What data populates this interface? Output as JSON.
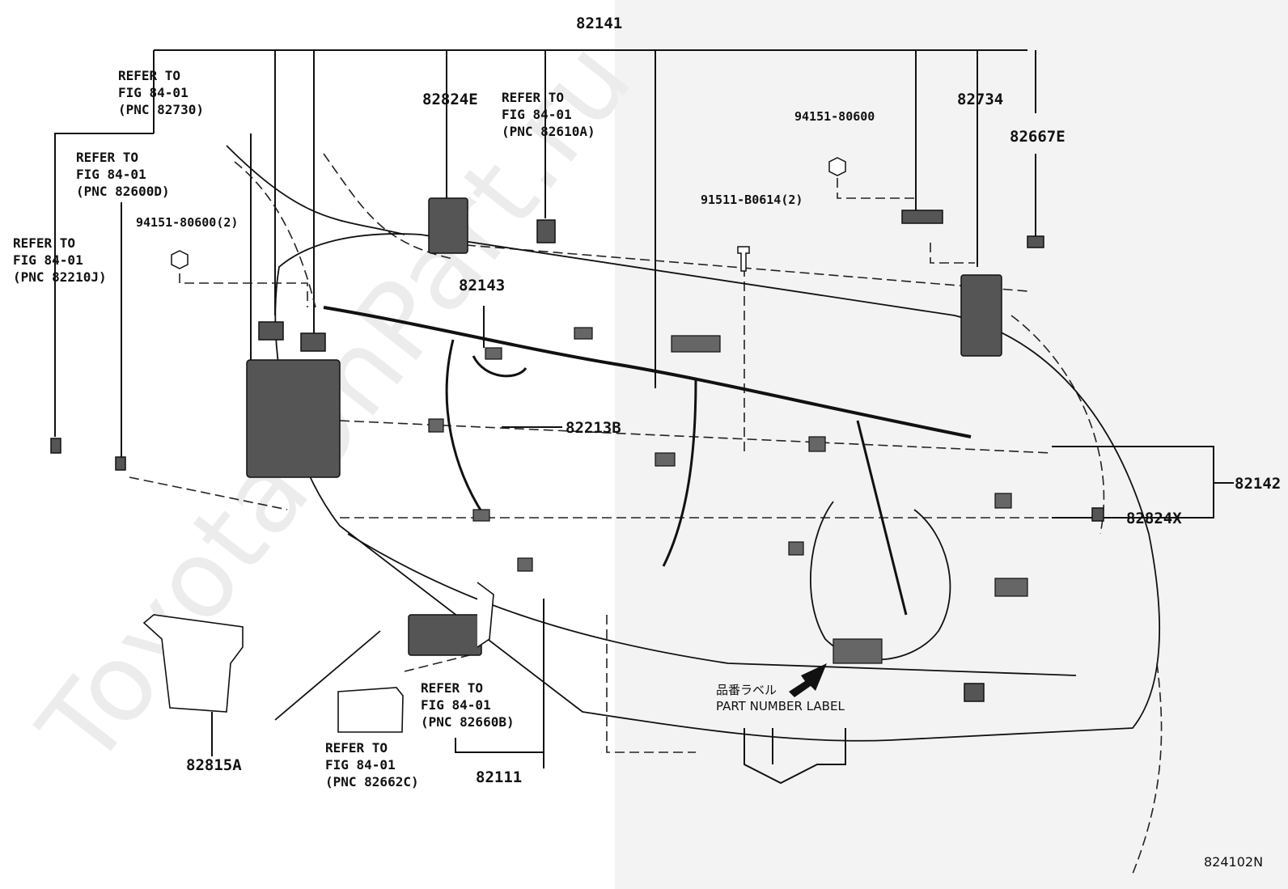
{
  "watermark": "ToyotaOnPart.ru",
  "diagram_id": "824102N",
  "callouts": {
    "p82141": "82141",
    "p82824E": "82824E",
    "p82734": "82734",
    "p82667E": "82667E",
    "p82143": "82143",
    "p82213B": "82213B",
    "p82142": "82142",
    "p82824X": "82824X",
    "p82815A": "82815A",
    "p82111": "82111"
  },
  "fasteners": {
    "bolt_top": "94151-80600",
    "bolt_left": "94151-80600(2)",
    "screw_center": "91511-B0614(2)"
  },
  "refs": {
    "r82730": "REFER TO\nFIG 84-01\n(PNC 82730)",
    "r82600D": "REFER TO\nFIG 84-01\n(PNC 82600D)",
    "r82210J": "REFER TO\nFIG 84-01\n(PNC 82210J)",
    "r82610A": "REFER TO\nFIG 84-01\n(PNC 82610A)",
    "r82660B": "REFER TO\nFIG 84-01\n(PNC 82660B)",
    "r82662C": "REFER TO\nFIG 84-01\n(PNC 82662C)"
  },
  "part_label": {
    "jp": "品番ラベル",
    "en": "PART NUMBER LABEL"
  }
}
